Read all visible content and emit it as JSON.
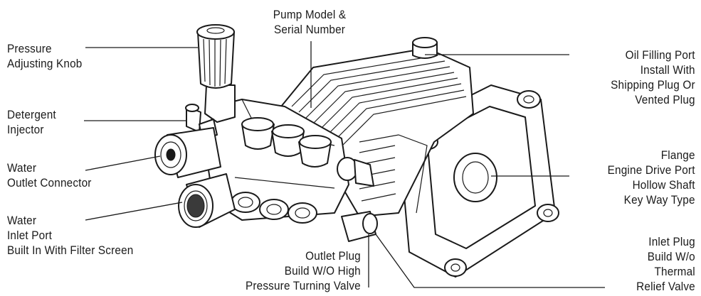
{
  "labels": {
    "pressure_adjusting_knob": [
      "Pressure",
      "Adjusting Knob"
    ],
    "detergent_injector": [
      "Detergent",
      "Injector"
    ],
    "water_outlet_connector": [
      "Water",
      "Outlet Connector"
    ],
    "water_inlet_port": [
      "Water",
      "Inlet Port",
      "Built In With Filter Screen"
    ],
    "pump_model_serial": [
      "Pump Model &",
      "Serial Number"
    ],
    "oil_filling_port": [
      "Oil Filling Port",
      "Install With",
      "Shipping Plug Or",
      "Vented Plug"
    ],
    "flange": [
      "Flange",
      "Engine Drive Port",
      "Hollow Shaft",
      "Key Way Type"
    ],
    "outlet_plug": [
      "Outlet Plug",
      "Build W/O High",
      "Pressure Turning Valve"
    ],
    "inlet_plug": [
      "Inlet Plug",
      "Build W/o",
      "Thermal",
      "Relief Valve"
    ]
  },
  "colors": {
    "ink": "#1a1a1a",
    "background": "#ffffff"
  }
}
